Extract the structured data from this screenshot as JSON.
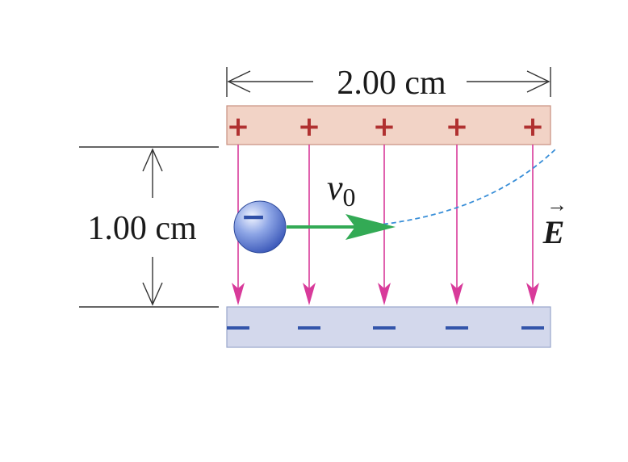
{
  "width_label": "2.00 cm",
  "height_label": "1.00 cm",
  "velocity": {
    "symbol": "v",
    "subscript": "0"
  },
  "field_label": {
    "symbol": "E",
    "arrow": "→"
  },
  "top_plate": {
    "sign": "+",
    "count": 5
  },
  "bottom_plate": {
    "sign": "−",
    "count": 5
  },
  "particle_sign": "−",
  "colors": {
    "top_plate_fill": "#f2d3c6",
    "top_plate_stroke": "#c98f80",
    "plus_sign": "#b03030",
    "bottom_plate_fill": "#d3d8ec",
    "bottom_plate_stroke": "#9aa6cc",
    "minus_sign": "#3355aa",
    "field_line": "#d83a9a",
    "velocity_arrow": "#33aa55",
    "trajectory": "#3a8fd8",
    "particle": "#4a6fcf"
  }
}
